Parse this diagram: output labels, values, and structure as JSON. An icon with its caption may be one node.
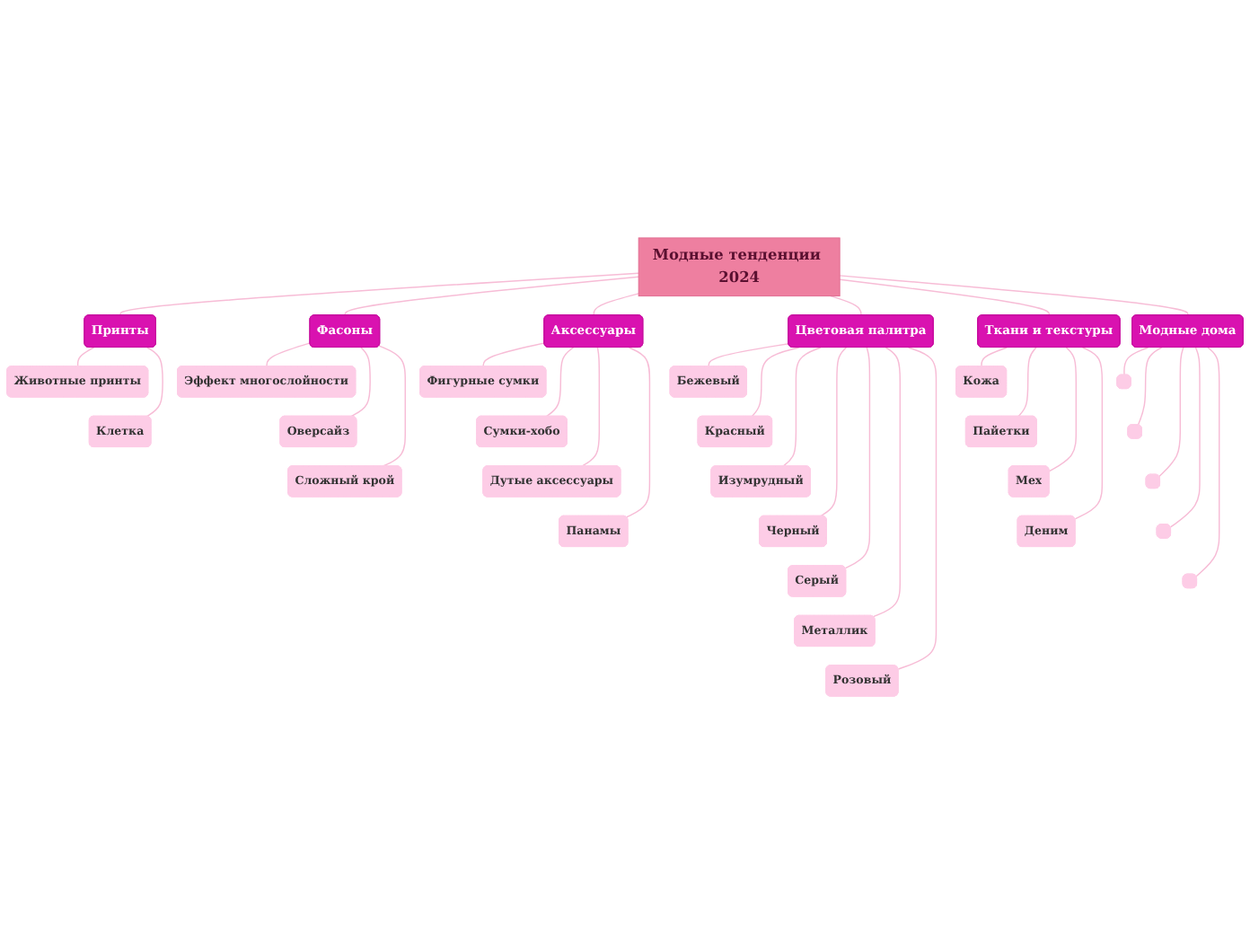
{
  "diagram": {
    "nodes": [
      {
        "text": [
          "Модные тенденции 2024"
        ]
      },
      {
        "text": [
          "Принты"
        ]
      },
      {
        "text": [
          "Животные принты"
        ]
      },
      {
        "text": [
          "Клетка"
        ]
      },
      {
        "text": [
          "Фасоны"
        ]
      },
      {
        "text": [
          "Эффект многослойности"
        ]
      },
      {
        "text": [
          "Оверсайз"
        ]
      },
      {
        "text": [
          "Сложный крой"
        ]
      },
      {
        "text": [
          "Аксессуары"
        ]
      },
      {
        "text": [
          "Фигурные сумки"
        ]
      },
      {
        "text": [
          "Сумки-хобо"
        ]
      },
      {
        "text": [
          "Дутые аксессуары"
        ]
      },
      {
        "text": [
          "Панамы"
        ]
      },
      {
        "text": [
          "Цветовая палитра"
        ]
      },
      {
        "text": [
          "Бежевый"
        ]
      },
      {
        "text": [
          "Красный"
        ]
      },
      {
        "text": [
          "Изумрудный"
        ]
      },
      {
        "text": [
          "Черный"
        ]
      },
      {
        "text": [
          "Серый"
        ]
      },
      {
        "text": [
          "Металлик"
        ]
      },
      {
        "text": [
          "Розовый"
        ]
      },
      {
        "text": [
          "Ткани и текстуры"
        ]
      },
      {
        "text": [
          "Кожа"
        ]
      },
      {
        "text": [
          "Пайетки"
        ]
      },
      {
        "text": [
          "Мех"
        ]
      },
      {
        "text": [
          "Деним"
        ]
      },
      {
        "text": [
          "Модные дома"
        ]
      },
      {
        "text": [],
        "shape": "box"
      },
      {
        "text": [],
        "shape": "box"
      },
      {
        "text": [],
        "shape": "box"
      },
      {
        "text": [],
        "shape": "box"
      },
      {
        "text": [],
        "shape": "box"
      }
    ],
    "edges": [
      {
        "from": 0,
        "to": 1,
        "arrow": "none"
      },
      {
        "from": 1,
        "to": 2,
        "arrow": "none"
      },
      {
        "from": 1,
        "to": 3,
        "arrow": "none"
      },
      {
        "from": 0,
        "to": 4,
        "arrow": "none"
      },
      {
        "from": 4,
        "to": 5,
        "arrow": "none"
      },
      {
        "from": 4,
        "to": 6,
        "arrow": "none"
      },
      {
        "from": 4,
        "to": 7,
        "arrow": "none"
      },
      {
        "from": 0,
        "to": 8,
        "arrow": "none"
      },
      {
        "from": 8,
        "to": 9,
        "arrow": "none"
      },
      {
        "from": 8,
        "to": 10,
        "arrow": "none"
      },
      {
        "from": 8,
        "to": 11,
        "arrow": "none"
      },
      {
        "from": 8,
        "to": 12,
        "arrow": "none"
      },
      {
        "from": 0,
        "to": 13,
        "arrow": "none"
      },
      {
        "from": 13,
        "to": 14,
        "arrow": "none"
      },
      {
        "from": 13,
        "to": 15,
        "arrow": "none"
      },
      {
        "from": 13,
        "to": 16,
        "arrow": "none"
      },
      {
        "from": 13,
        "to": 17,
        "arrow": "none"
      },
      {
        "from": 13,
        "to": 18,
        "arrow": "none"
      },
      {
        "from": 13,
        "to": 19,
        "arrow": "none"
      },
      {
        "from": 13,
        "to": 20,
        "arrow": "none"
      },
      {
        "from": 0,
        "to": 21,
        "arrow": "none"
      },
      {
        "from": 21,
        "to": 22,
        "arrow": "none"
      },
      {
        "from": 21,
        "to": 23,
        "arrow": "none"
      },
      {
        "from": 21,
        "to": 24,
        "arrow": "none"
      },
      {
        "from": 21,
        "to": 25,
        "arrow": "none"
      },
      {
        "from": 0,
        "to": 26,
        "arrow": "none"
      },
      {
        "from": 26,
        "to": 27,
        "arrow": "none"
      },
      {
        "from": 26,
        "to": 28,
        "arrow": "none"
      },
      {
        "from": 26,
        "to": 29,
        "arrow": "none"
      },
      {
        "from": 26,
        "to": 30,
        "arrow": "none"
      },
      {
        "from": 26,
        "to": 31,
        "arrow": "none"
      }
    ]
  }
}
